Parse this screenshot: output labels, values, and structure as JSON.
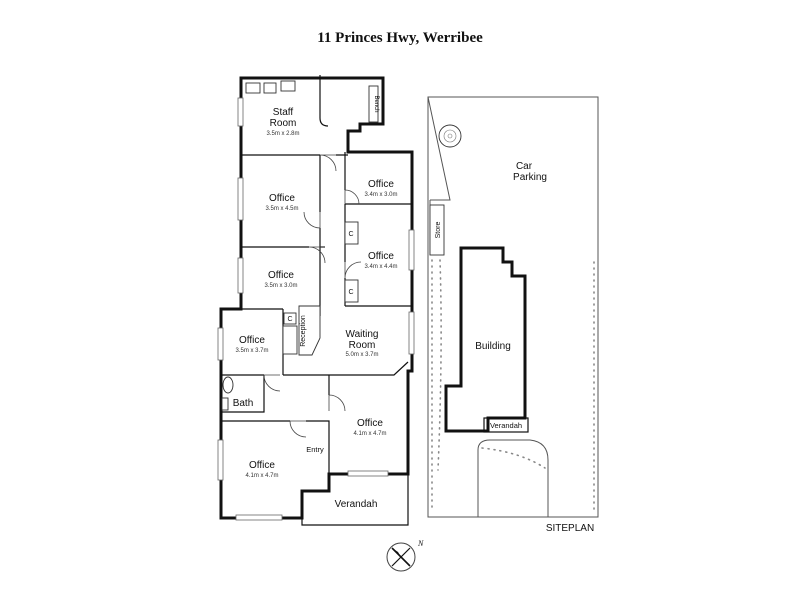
{
  "title": "11 Princes Hwy, Werribee",
  "rooms": {
    "staff_room": {
      "name1": "Staff",
      "name2": "Room",
      "dims": "3.5m x 2.8m"
    },
    "office_a": {
      "name": "Office",
      "dims": "3.5m x 4.5m"
    },
    "office_b": {
      "name": "Office",
      "dims": "3.4m x 3.0m"
    },
    "office_c": {
      "name": "Office",
      "dims": "3.5m x 3.0m"
    },
    "office_d": {
      "name": "Office",
      "dims": "3.4m x 4.4m"
    },
    "office_e": {
      "name": "Office",
      "dims": "3.5m x 3.7m"
    },
    "waiting_room": {
      "name1": "Waiting",
      "name2": "Room",
      "dims": "5.0m x 3.7m"
    },
    "bath": {
      "name": "Bath"
    },
    "office_f": {
      "name": "Office",
      "dims": "4.1m x 4.7m"
    },
    "office_g": {
      "name": "Office",
      "dims": "4.1m x 4.7m"
    },
    "entry": {
      "name": "Entry"
    },
    "verandah": {
      "name": "Verandah"
    }
  },
  "small_labels": {
    "bench": "Bench",
    "reception": "Reception",
    "cupboard": "C",
    "store": "Store"
  },
  "site": {
    "car_parking_1": "Car",
    "car_parking_2": "Parking",
    "building": "Building",
    "verandah": "Verandah",
    "siteplan": "SITEPLAN"
  },
  "compass": {
    "north": "N"
  }
}
